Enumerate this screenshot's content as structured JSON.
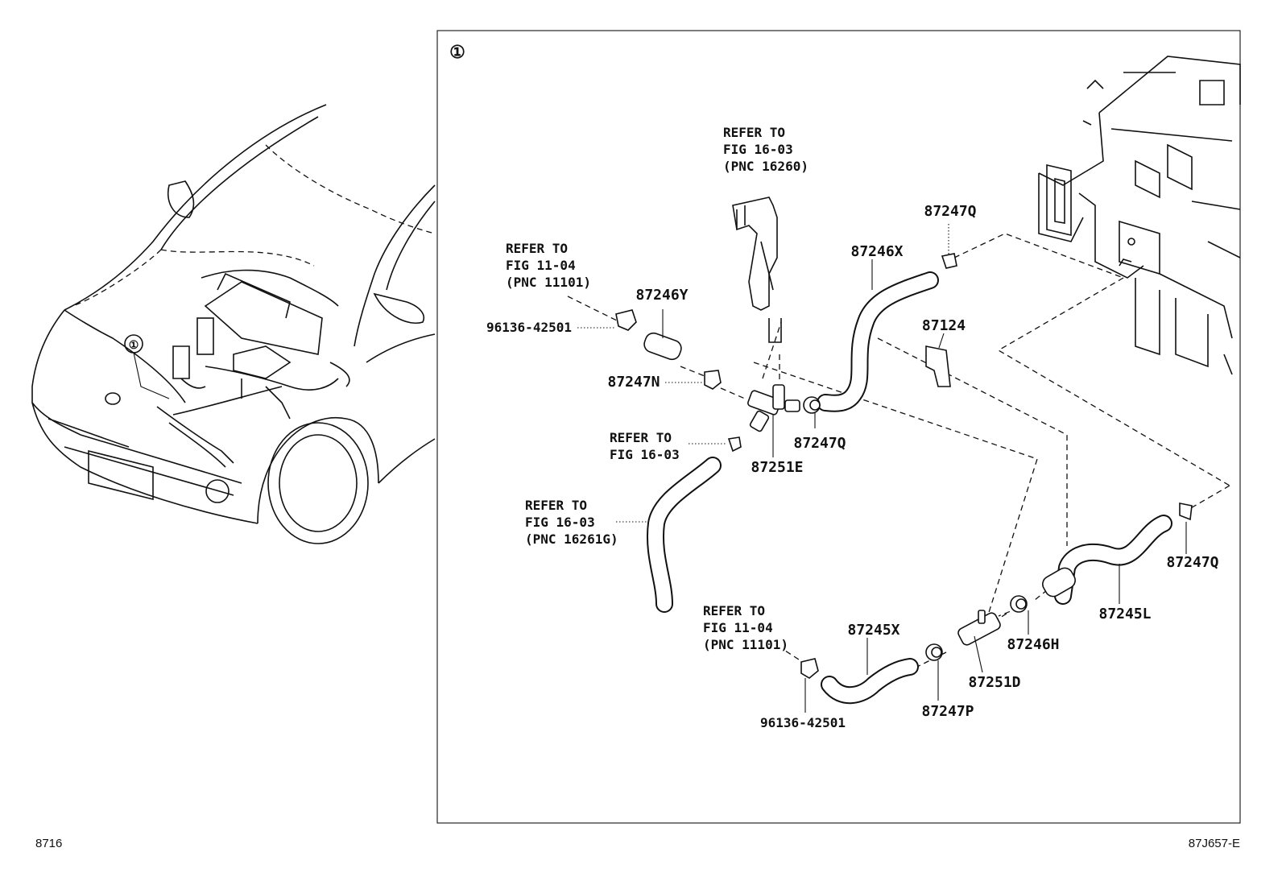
{
  "callout_marker": "①",
  "footer": {
    "left_code": "8716",
    "right_code": "87J657-E"
  },
  "parts": {
    "p87247Q_top": "87247Q",
    "p87246X": "87246X",
    "p87246Y": "87246Y",
    "p87124": "87124",
    "p87247N": "87247N",
    "p87247Q_mid": "87247Q",
    "p87251E": "87251E",
    "p96136_top": "96136-42501",
    "p87247Q_right": "87247Q",
    "p87245L": "87245L",
    "p87246H": "87246H",
    "p87245X": "87245X",
    "p87251D": "87251D",
    "p87247P": "87247P",
    "p96136_bottom": "96136-42501"
  },
  "references": {
    "ref_fig16_03_16260": [
      "REFER TO",
      "FIG 16-03",
      "(PNC 16260)"
    ],
    "ref_fig11_04_top": [
      "REFER TO",
      "FIG 11-04",
      "(PNC 11101)"
    ],
    "ref_fig16_03_mid": [
      "REFER TO",
      "FIG 16-03"
    ],
    "ref_fig16_03_16261G": [
      "REFER TO",
      "FIG 16-03",
      "(PNC 16261G)"
    ],
    "ref_fig11_04_bottom": [
      "REFER TO",
      "FIG 11-04",
      "(PNC 11101)"
    ]
  }
}
